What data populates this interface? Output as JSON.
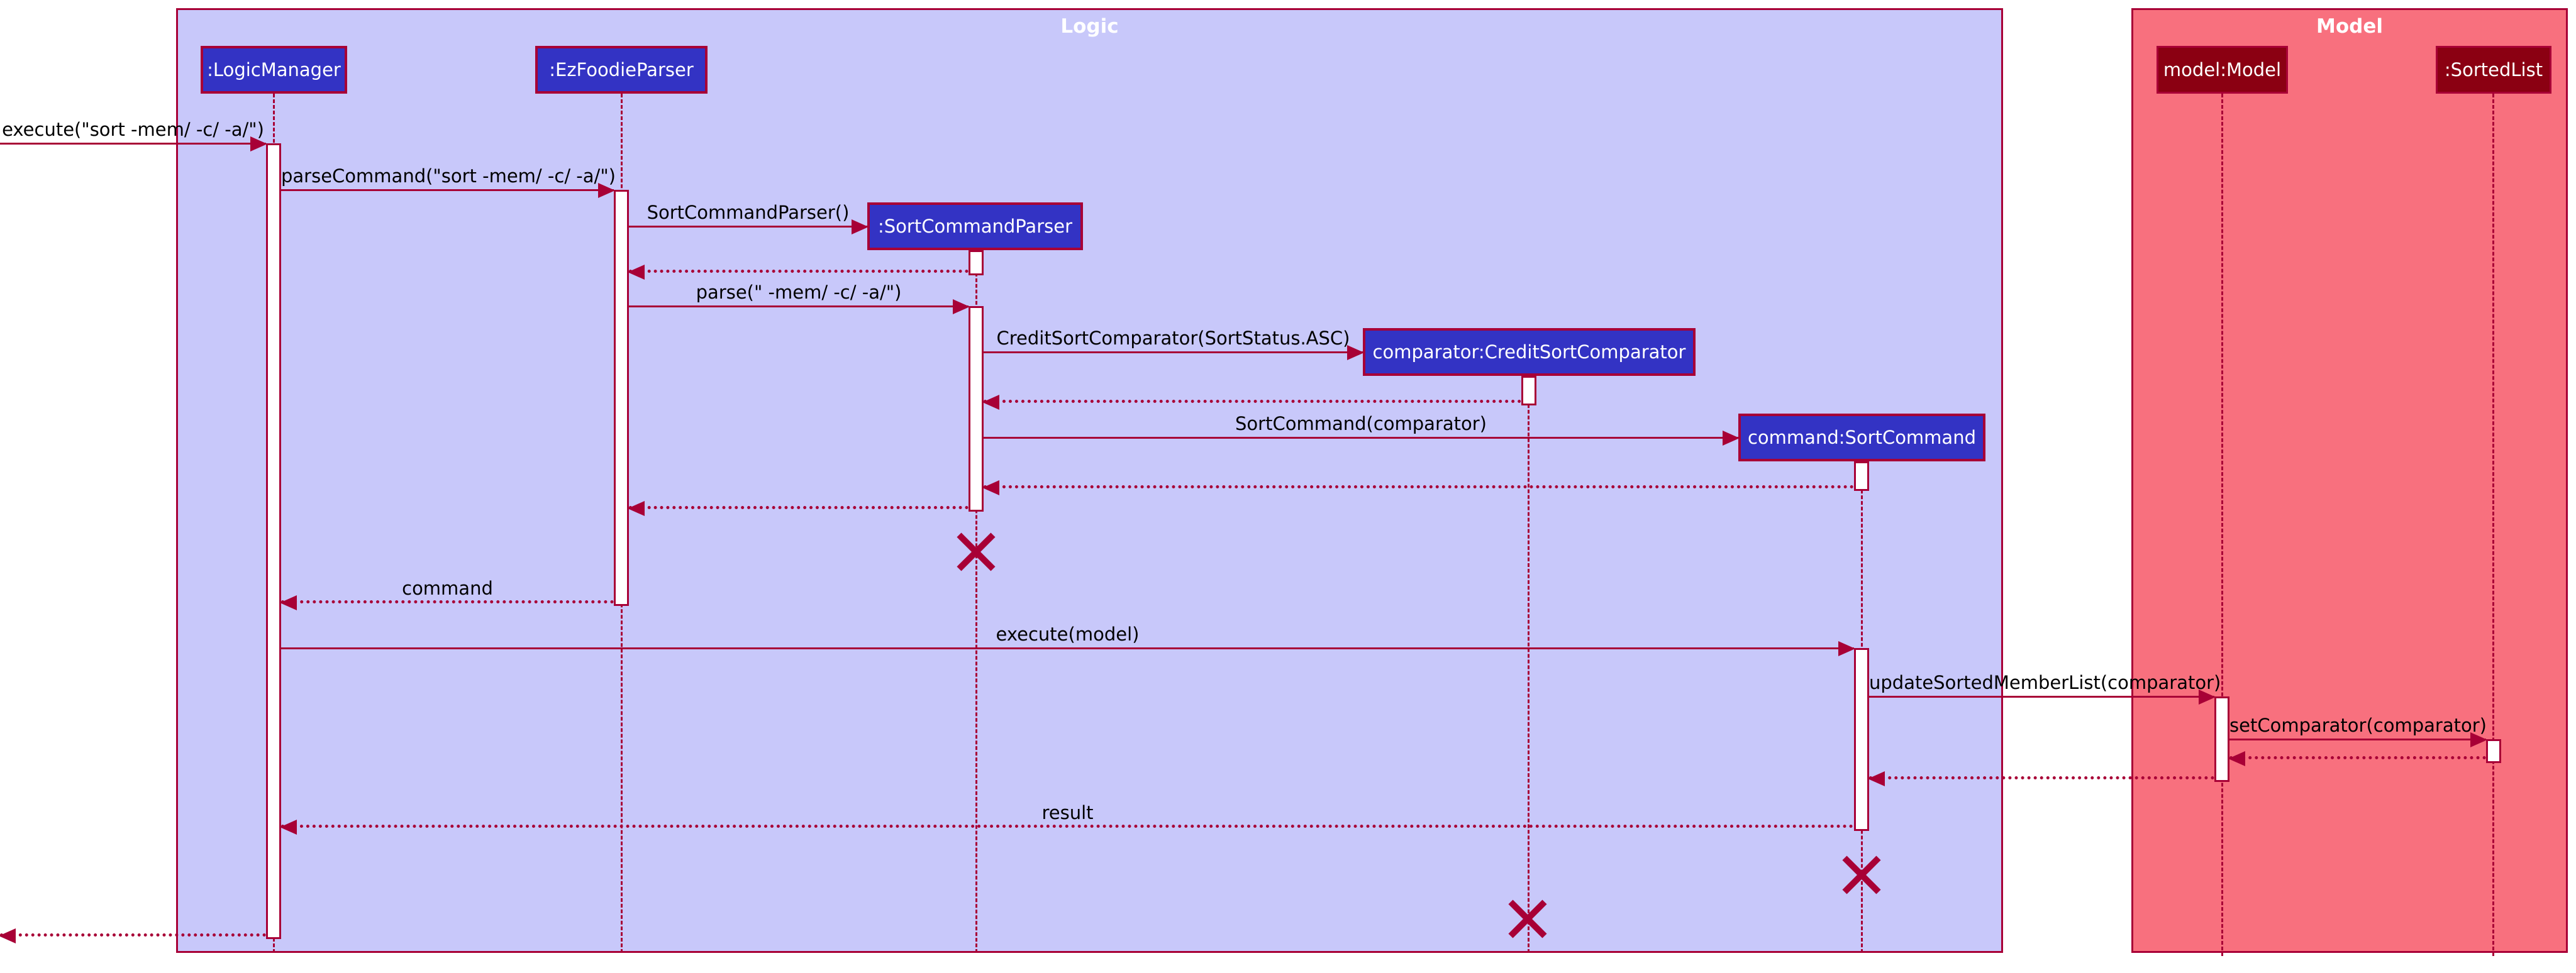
{
  "diagram_type": "UML sequence diagram",
  "frames": [
    {
      "title": "Logic"
    },
    {
      "title": "Model"
    }
  ],
  "participants": [
    {
      "name": ":LogicManager",
      "frame": "Logic"
    },
    {
      "name": ":EzFoodieParser",
      "frame": "Logic"
    },
    {
      "name": ":SortCommandParser",
      "frame": "Logic"
    },
    {
      "name": "comparator:CreditSortComparator",
      "frame": "Logic"
    },
    {
      "name": "command:SortCommand",
      "frame": "Logic"
    },
    {
      "name": "model:Model",
      "frame": "Model"
    },
    {
      "name": ":SortedList",
      "frame": "Model"
    }
  ],
  "messages": [
    {
      "label": "execute(\"sort -mem/ -c/ -a/\")",
      "type": "sync",
      "from": "external",
      "to": ":LogicManager"
    },
    {
      "label": "parseCommand(\"sort -mem/ -c/ -a/\")",
      "type": "sync",
      "from": ":LogicManager",
      "to": ":EzFoodieParser"
    },
    {
      "label": "SortCommandParser()",
      "type": "create",
      "from": ":EzFoodieParser",
      "to": ":SortCommandParser"
    },
    {
      "label": "",
      "type": "return",
      "from": ":SortCommandParser",
      "to": ":EzFoodieParser"
    },
    {
      "label": "parse(\" -mem/ -c/ -a/\")",
      "type": "sync",
      "from": ":EzFoodieParser",
      "to": ":SortCommandParser"
    },
    {
      "label": "CreditSortComparator(SortStatus.ASC)",
      "type": "create",
      "from": ":SortCommandParser",
      "to": "comparator:CreditSortComparator"
    },
    {
      "label": "",
      "type": "return",
      "from": "comparator:CreditSortComparator",
      "to": ":SortCommandParser"
    },
    {
      "label": "SortCommand(comparator)",
      "type": "create",
      "from": ":SortCommandParser",
      "to": "command:SortCommand"
    },
    {
      "label": "",
      "type": "return",
      "from": "command:SortCommand",
      "to": ":SortCommandParser"
    },
    {
      "label": "",
      "type": "return",
      "from": ":SortCommandParser",
      "to": ":EzFoodieParser"
    },
    {
      "label": "command",
      "type": "return",
      "from": ":EzFoodieParser",
      "to": ":LogicManager"
    },
    {
      "label": "execute(model)",
      "type": "sync",
      "from": ":LogicManager",
      "to": "command:SortCommand"
    },
    {
      "label": "updateSortedMemberList(comparator)",
      "type": "sync",
      "from": "command:SortCommand",
      "to": "model:Model"
    },
    {
      "label": "setComparator(comparator)",
      "type": "sync",
      "from": "model:Model",
      "to": ":SortedList"
    },
    {
      "label": "",
      "type": "return",
      "from": ":SortedList",
      "to": "model:Model"
    },
    {
      "label": "",
      "type": "return",
      "from": "model:Model",
      "to": "command:SortCommand"
    },
    {
      "label": "result",
      "type": "return",
      "from": "command:SortCommand",
      "to": ":LogicManager"
    },
    {
      "label": "",
      "type": "return",
      "from": ":LogicManager",
      "to": "external"
    }
  ],
  "destroyed": [
    ":SortCommandParser",
    "command:SortCommand",
    "comparator:CreditSortComparator"
  ],
  "colors": {
    "logic-frame-bg": "#C8C8FA",
    "model-frame-bg": "#F8707E",
    "logic-participant-bg": "#3333C4",
    "model-participant-bg": "#8B0012",
    "line": "#A80036",
    "participant-text": "#FFFFFF",
    "message-text": "#000000"
  }
}
